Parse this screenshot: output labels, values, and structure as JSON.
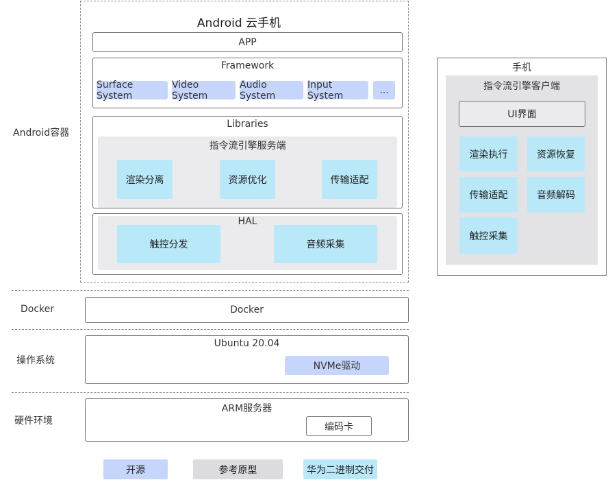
{
  "container": {
    "title": "Android 云手机",
    "side_label": "Android容器",
    "app": "APP",
    "framework": {
      "title": "Framework",
      "items": [
        "Surface System",
        "Video System",
        "Audio System",
        "Input System",
        "..."
      ]
    },
    "libraries": {
      "title": "Libraries",
      "server_title": "指令流引擎服务端",
      "modules": [
        "渲染分离",
        "资源优化",
        "传输适配"
      ]
    },
    "hal": {
      "title": "HAL",
      "modules": [
        "触控分发",
        "音频采集"
      ]
    }
  },
  "docker": {
    "side_label": "Docker",
    "box_label": "Docker"
  },
  "os": {
    "side_label": "操作系统",
    "title": "Ubuntu 20.04",
    "driver": "NVMe驱动"
  },
  "hardware": {
    "side_label": "硬件环境",
    "title": "ARM服务器",
    "card": "编码卡"
  },
  "phone": {
    "title": "手机",
    "client_title": "指令流引擎客户端",
    "ui": "UI界面",
    "modules": [
      "渲染执行",
      "资源恢复",
      "传输适配",
      "音频解码",
      "触控采集"
    ]
  },
  "legend": [
    "开源",
    "参考原型",
    "华为二进制交付"
  ],
  "colors": {
    "open_source": "#c6d5fb",
    "reference": "#dcdcdf",
    "huawei_binary": "#b9e9f9"
  }
}
